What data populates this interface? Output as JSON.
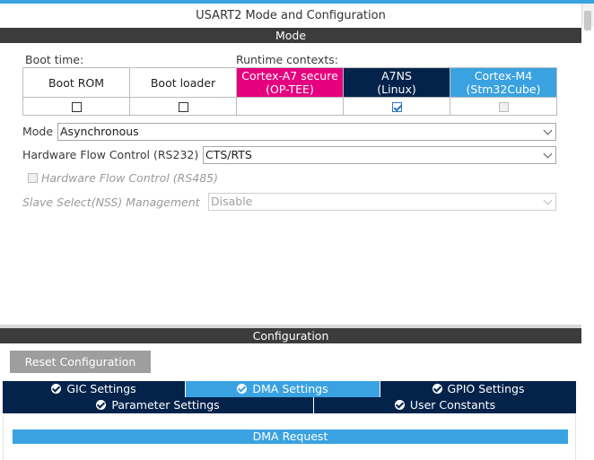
{
  "window": {
    "title": "USART2 Mode and Configuration"
  },
  "mode_section": {
    "header": "Mode",
    "boot_time_label": "Boot time:",
    "runtime_contexts_label": "Runtime contexts:",
    "contexts": [
      {
        "line1": "Boot ROM",
        "line2": "",
        "checked": false
      },
      {
        "line1": "Boot loader",
        "line2": "",
        "checked": false
      },
      {
        "line1": "Cortex-A7 secure",
        "line2": "(OP-TEE)",
        "checked": false
      },
      {
        "line1": "A7NS",
        "line2": "(Linux)",
        "checked": true
      },
      {
        "line1": "Cortex-M4",
        "line2": "(Stm32Cube)",
        "checked": false
      }
    ],
    "mode_label": "Mode",
    "mode_value": "Asynchronous",
    "hw_flow_rs232_label": "Hardware Flow Control (RS232)",
    "hw_flow_rs232_value": "CTS/RTS",
    "hw_flow_rs485_label": "Hardware Flow Control (RS485)",
    "slave_select_label": "Slave Select(NSS) Management",
    "slave_select_value": "Disable"
  },
  "config_section": {
    "header": "Configuration",
    "reset_button": "Reset Configuration",
    "tabs_row1": [
      "GIC Settings",
      "DMA Settings",
      "GPIO Settings"
    ],
    "tabs_row2": [
      "Parameter Settings",
      "User Constants"
    ],
    "active_tab": "DMA Settings",
    "dma_request_header": "DMA Request"
  },
  "colors": {
    "accent": "#3aa2e0",
    "navy": "#03234b",
    "secure_magenta": "#e5007e",
    "section_bar": "#3c3c3c"
  }
}
